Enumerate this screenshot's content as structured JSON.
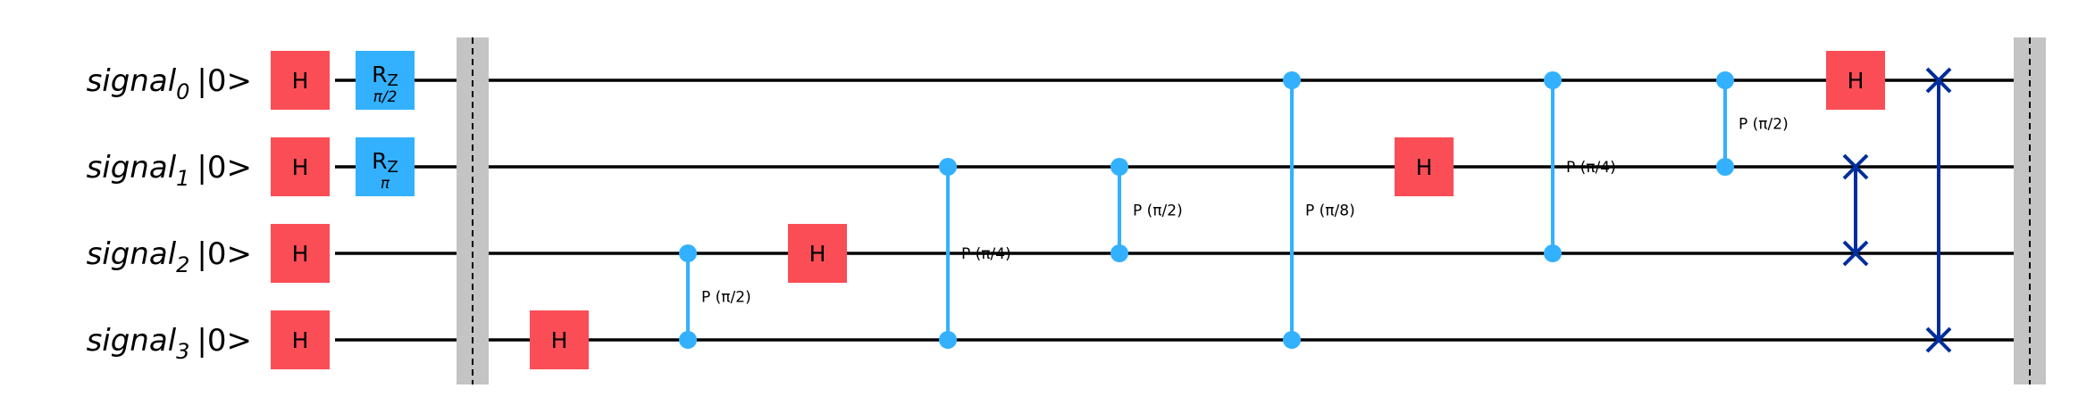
{
  "circuit": {
    "qubits": [
      {
        "symbol": "signal",
        "index": "0",
        "state": "|0>"
      },
      {
        "symbol": "signal",
        "index": "1",
        "state": "|0>"
      },
      {
        "symbol": "signal",
        "index": "2",
        "state": "|0>"
      },
      {
        "symbol": "signal",
        "index": "3",
        "state": "|0>"
      }
    ],
    "gates": [
      {
        "type": "H",
        "qubit": 0,
        "step": 0,
        "label": "H"
      },
      {
        "type": "H",
        "qubit": 1,
        "step": 0,
        "label": "H"
      },
      {
        "type": "H",
        "qubit": 2,
        "step": 0,
        "label": "H"
      },
      {
        "type": "H",
        "qubit": 3,
        "step": 0,
        "label": "H"
      },
      {
        "type": "RZ",
        "qubit": 0,
        "step": 1,
        "label": "R",
        "label_sub": "Z",
        "param": "π/2"
      },
      {
        "type": "RZ",
        "qubit": 1,
        "step": 1,
        "label": "R",
        "label_sub": "Z",
        "param": "π"
      },
      {
        "type": "barrier",
        "step": 2
      },
      {
        "type": "H",
        "qubit": 3,
        "step": 3,
        "label": "H"
      },
      {
        "type": "CP",
        "qubits": [
          2,
          3
        ],
        "step": 4,
        "label": "P (π/2)"
      },
      {
        "type": "H",
        "qubit": 2,
        "step": 5,
        "label": "H"
      },
      {
        "type": "CP",
        "qubits": [
          1,
          3
        ],
        "step": 6,
        "label": "P (π/4)"
      },
      {
        "type": "CP",
        "qubits": [
          1,
          2
        ],
        "step": 7,
        "label": "P (π/2)"
      },
      {
        "type": "CP",
        "qubits": [
          0,
          3
        ],
        "step": 8,
        "label": "P (π/8)"
      },
      {
        "type": "H",
        "qubit": 1,
        "step": 9,
        "label": "H"
      },
      {
        "type": "CP",
        "qubits": [
          0,
          2
        ],
        "step": 10,
        "label": "P (π/4)"
      },
      {
        "type": "CP",
        "qubits": [
          0,
          1
        ],
        "step": 11,
        "label": "P (π/2)"
      },
      {
        "type": "H",
        "qubit": 0,
        "step": 12,
        "label": "H"
      },
      {
        "type": "SWAP",
        "qubits": [
          1,
          2
        ],
        "step": 12
      },
      {
        "type": "SWAP",
        "qubits": [
          0,
          3
        ],
        "step": 13
      },
      {
        "type": "barrier",
        "step": 14
      }
    ]
  },
  "colors": {
    "h_gate": "#fa4d56",
    "rz_gate": "#33b1ff",
    "control": "#33b1ff",
    "swap": "#002d9c",
    "barrier": "#c4c4c4",
    "wire": "#000000"
  }
}
